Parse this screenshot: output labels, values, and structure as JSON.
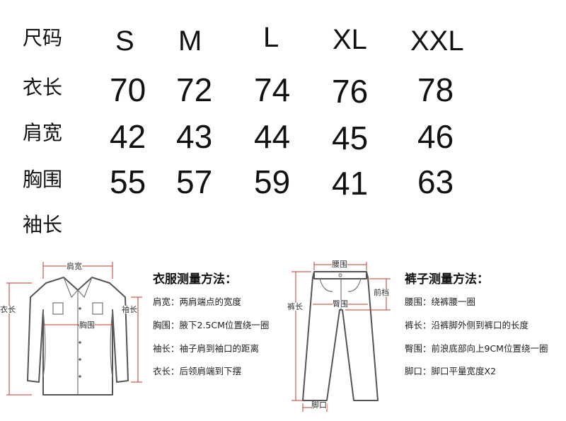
{
  "table": {
    "corner_label": "尺码",
    "sizes": [
      "S",
      "M",
      "L",
      "XL",
      "XXL"
    ],
    "rows": [
      {
        "label": "衣长",
        "values": [
          "70",
          "72",
          "74",
          "76",
          "78"
        ]
      },
      {
        "label": "肩宽",
        "values": [
          "42",
          "43",
          "44",
          "45",
          "46"
        ]
      },
      {
        "label": "胸围",
        "values": [
          "55",
          "57",
          "59",
          "41",
          "63"
        ]
      },
      {
        "label": "袖长",
        "values": []
      }
    ]
  },
  "shirt": {
    "label_shoulder": "肩宽",
    "label_length": "衣长",
    "label_sleeve": "袖长",
    "label_chest": "胸围",
    "guide_title": "衣服测量方法：",
    "guide_lines": [
      "肩宽：两肩端点的宽度",
      "胸围：腋下2.5CM位置绕一圈",
      "袖长：袖子肩到袖口的距离",
      "衣长：后领肩端到下摆"
    ]
  },
  "pants": {
    "label_waist": "腰围",
    "label_length": "裤长",
    "label_rise": "前档",
    "label_hip": "臀围",
    "label_hem": "脚口",
    "guide_title": "裤子测量方法：",
    "guide_lines": [
      "腰围：绕裤腰一圈",
      "裤长：沿裤脚外侧到裤口的长度",
      "臀围：前浪底部向上9CM位置绕一圈",
      "脚口：脚口平量宽度X2"
    ]
  }
}
